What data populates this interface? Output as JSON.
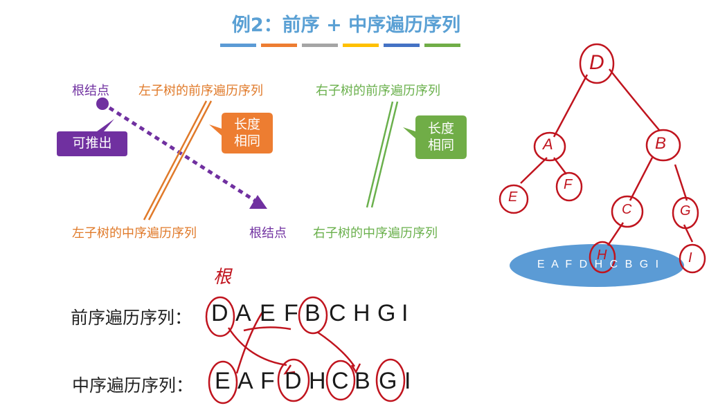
{
  "title": "例2：前序 + 中序遍历序列",
  "color_bar": [
    "#5b9bd5",
    "#ed7d31",
    "#a5a5a5",
    "#ffc000",
    "#4472c4",
    "#70ad47"
  ],
  "left_diagram": {
    "root_label_top": "根结点",
    "left_preorder_label": "左子树的前序遍历序列",
    "right_preorder_label": "右子树的前序遍历序列",
    "left_inorder_label": "左子树的中序遍历序列",
    "root_label_bottom": "根结点",
    "right_inorder_label": "右子树的中序遍历序列",
    "deducible_callout": "可推出",
    "same_length_callout_left": [
      "长度",
      "相同"
    ],
    "same_length_callout_right": [
      "长度",
      "相同"
    ]
  },
  "preorder": {
    "label": "前序遍历序列：",
    "letters": [
      "D",
      "A",
      "E",
      "F",
      "B",
      "C",
      "H",
      "G",
      "I"
    ]
  },
  "inorder": {
    "label": "中序遍历序列：",
    "letters": [
      "E",
      "A",
      "F",
      "D",
      "H",
      "C",
      "B",
      "G",
      "I"
    ]
  },
  "handwritten_root_note": "根",
  "tree": {
    "nodes": [
      "D",
      "A",
      "B",
      "E",
      "F",
      "C",
      "G",
      "H",
      "I"
    ],
    "ellipse_text": "E A F D H C B G I"
  },
  "colors": {
    "title": "#5aa0d4",
    "purple": "#7030a0",
    "orange": "#e07a2a",
    "green": "#6ab04c",
    "ink_red": "#c0141e",
    "ellipse": "#5b9bd5"
  }
}
